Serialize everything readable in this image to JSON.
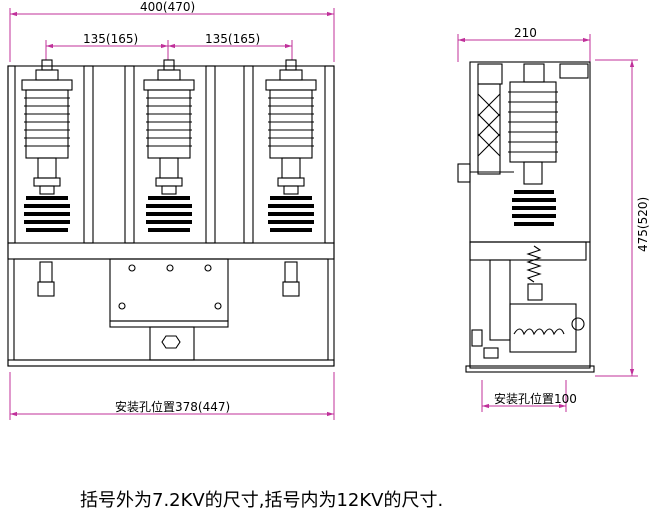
{
  "dimensions": {
    "front_width": "400(470)",
    "pole_pitch_left": "135(165)",
    "pole_pitch_right": "135(165)",
    "mount_hole_front": "安装孔位置378(447)",
    "side_width": "210",
    "side_height": "475(520)",
    "mount_hole_side": "安装孔位置100"
  },
  "caption": "括号外为7.2KV的尺寸,括号内为12KV的尺寸.",
  "colors": {
    "dimension_line": "#c0309a",
    "drawing_line": "#000000"
  }
}
